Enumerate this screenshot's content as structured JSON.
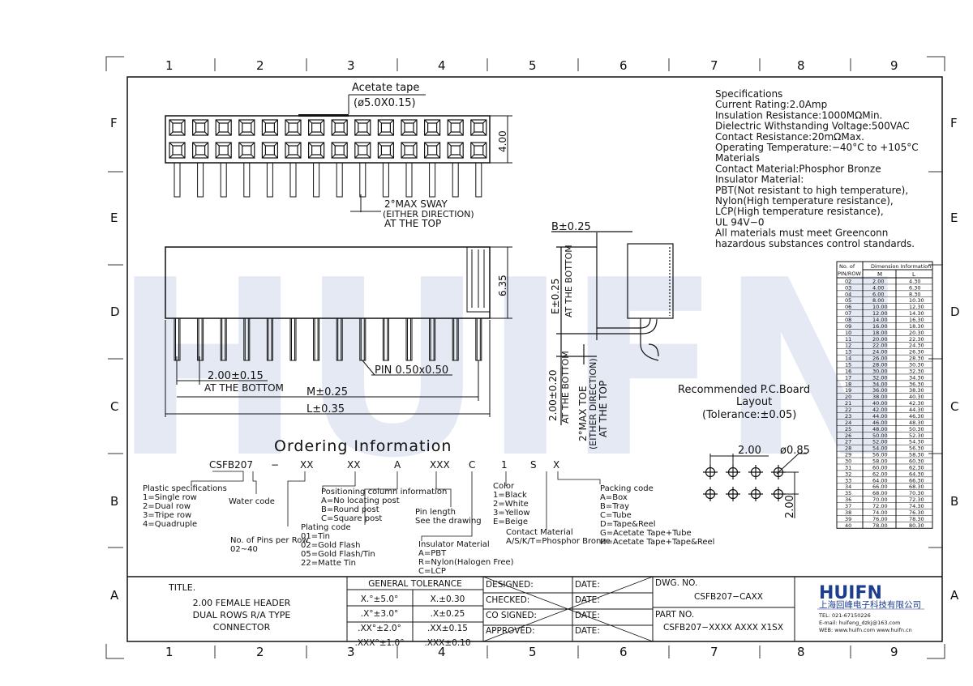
{
  "frame": {
    "columns": [
      "1",
      "2",
      "3",
      "4",
      "5",
      "6",
      "7",
      "8",
      "9"
    ],
    "rows": [
      "F",
      "E",
      "D",
      "C",
      "B",
      "A"
    ]
  },
  "watermark": "HUIFN",
  "top_view": {
    "acetate_tape": "Acetate tape",
    "tape_size": "(ø5.0X0.15)",
    "height_dim": "4.00",
    "sway_1": "2°MAX SWAY",
    "sway_2": "(EITHER DIRECTION)",
    "sway_3": "AT THE TOP"
  },
  "front_view": {
    "height_dim": "6.35",
    "pitch_dim": "2.00±0.15",
    "pitch_note": "AT THE BOTTOM",
    "pin_size": "PIN 0.50x0.50",
    "m_dim": "M±0.25",
    "l_dim": "L±0.35"
  },
  "side_view": {
    "b_dim": "B±0.25",
    "e_dim": "E±0.25",
    "e_note": "AT THE BOTTOM",
    "c_dim": "2.00±0.20",
    "c_note": "AT THE BOTTOM",
    "toe_1": "2°MAX TOE",
    "toe_2": "(EITHER DIRECTION)",
    "toe_3": "AT THE TOP"
  },
  "specifications": [
    "Specifications",
    "Current Rating:2.0Amp",
    "Insulation Resistance:1000MΩMin.",
    "Dielectric Withstanding Voltage:500VAC",
    "Contact Resistance:20mΩMax.",
    "Operating Temperature:−40°C to +105°C",
    "Materials",
    "Contact Material:Phosphor Bronze",
    "Insulator Material:",
    "PBT(Not resistant to high temperature),",
    "Nylon(High temperature resistance),",
    "LCP(High temperature resistance),",
    "UL 94V−0",
    "All materials must meet Greenconn",
    "hazardous substances control standards."
  ],
  "dimension_table": {
    "header_1": "No. of",
    "header_1b": "PIN/ROW",
    "header_2": "Dimension Information",
    "col_m": "M",
    "col_l": "L",
    "rows": [
      [
        "02",
        "2.00",
        "4.30"
      ],
      [
        "03",
        "4.00",
        "6.30"
      ],
      [
        "04",
        "6.00",
        "8.30"
      ],
      [
        "05",
        "8.00",
        "10.30"
      ],
      [
        "06",
        "10.00",
        "12.30"
      ],
      [
        "07",
        "12.00",
        "14.30"
      ],
      [
        "08",
        "14.00",
        "16.30"
      ],
      [
        "09",
        "16.00",
        "18.30"
      ],
      [
        "10",
        "18.00",
        "20.30"
      ],
      [
        "11",
        "20.00",
        "22.30"
      ],
      [
        "12",
        "22.00",
        "24.30"
      ],
      [
        "13",
        "24.00",
        "26.30"
      ],
      [
        "14",
        "26.00",
        "28.30"
      ],
      [
        "15",
        "28.00",
        "30.30"
      ],
      [
        "16",
        "30.00",
        "32.30"
      ],
      [
        "17",
        "32.00",
        "34.30"
      ],
      [
        "18",
        "34.00",
        "36.30"
      ],
      [
        "19",
        "36.00",
        "38.30"
      ],
      [
        "20",
        "38.00",
        "40.30"
      ],
      [
        "21",
        "40.00",
        "42.30"
      ],
      [
        "22",
        "42.00",
        "44.30"
      ],
      [
        "23",
        "44.00",
        "46.30"
      ],
      [
        "24",
        "46.00",
        "48.30"
      ],
      [
        "25",
        "48.00",
        "50.30"
      ],
      [
        "26",
        "50.00",
        "52.30"
      ],
      [
        "27",
        "52.00",
        "54.30"
      ],
      [
        "28",
        "54.00",
        "56.30"
      ],
      [
        "29",
        "56.00",
        "58.30"
      ],
      [
        "30",
        "58.00",
        "60.30"
      ],
      [
        "31",
        "60.00",
        "62.30"
      ],
      [
        "32",
        "62.00",
        "64.30"
      ],
      [
        "33",
        "64.00",
        "66.30"
      ],
      [
        "34",
        "66.00",
        "68.30"
      ],
      [
        "35",
        "68.00",
        "70.30"
      ],
      [
        "36",
        "70.00",
        "72.30"
      ],
      [
        "37",
        "72.00",
        "74.30"
      ],
      [
        "38",
        "74.00",
        "76.30"
      ],
      [
        "39",
        "76.00",
        "78.30"
      ],
      [
        "40",
        "78.00",
        "80.30"
      ]
    ]
  },
  "pcb_layout": {
    "title_1": "Recommended P.C.Board",
    "title_2": "Layout",
    "title_3": "(Tolerance:±0.05)",
    "pitch_x": "2.00",
    "hole": "ø0.85",
    "pitch_y": "2.00"
  },
  "ordering": {
    "title": "Ordering Information",
    "code": [
      "CSFB207",
      "−",
      "XX",
      "XX",
      "A",
      "XXX",
      "C",
      "1",
      "S",
      "X"
    ],
    "plastic": [
      "Plastic specifications",
      "1=Single row",
      "2=Dual row",
      "3=Tripe row",
      "4=Quadruple"
    ],
    "water": "Water code",
    "pins": [
      "No. of Pins per Row",
      "02~40"
    ],
    "positioning": [
      "Positioning column information",
      "A=No locating post",
      "B=Round post",
      "C=Square post"
    ],
    "plating": [
      "Plating code",
      "01=Tin",
      "02=Gold Flash",
      "05=Gold Flash/Tin",
      "22=Matte Tin"
    ],
    "pin_length": [
      "Pin length",
      "See the drawing"
    ],
    "insulator": [
      "Insulator Material",
      "A=PBT",
      "R=Nylon(Halogen Free)",
      "C=LCP"
    ],
    "color": [
      "Color",
      "1=Black",
      "2=White",
      "3=Yellow",
      "E=Beige"
    ],
    "contact": [
      "Contact Material",
      "A/S/K/T=Phosphor Bronze"
    ],
    "packing": [
      "Packing code",
      "A=Box",
      "B=Tray",
      "C=Tube",
      "D=Tape&Reel",
      "G=Acetate Tape+Tube",
      "H=Acetate Tape+Tape&Reel"
    ]
  },
  "title_block": {
    "title_label": "TITLE.",
    "title_lines": [
      "2.00 FEMALE HEADER",
      "DUAL ROWS R/A TYPE",
      "CONNECTOR"
    ],
    "tolerance_header": "GENERAL TOLERANCE",
    "tolerances": [
      [
        "X.°±5.0°",
        "X.±0.30"
      ],
      [
        ".X°±3.0°",
        ".X±0.25"
      ],
      [
        ".XX°±2.0°",
        ".XX±0.15"
      ],
      [
        ".XXX°±1.0°",
        ".XXX±0.10"
      ]
    ],
    "signoffs": [
      "DESIGNED:",
      "CHECKED:",
      "CO SIGNED:",
      "APPROVED:"
    ],
    "date_label": "DATE:",
    "dwg_label": "DWG. NO.",
    "dwg_no": "CSFB207−CAXX",
    "part_label": "PART NO.",
    "part_no": "CSFB207−XXXX AXXX X1SX",
    "company_logo": "HUIFN",
    "company_name": "上海回峰电子科技有限公司",
    "tel": "TEL: 021-67150226",
    "email": "E-mail: huifeng_dzkj@163.com",
    "web": "WEB: www.huifn.com  www.huifn.cn"
  }
}
